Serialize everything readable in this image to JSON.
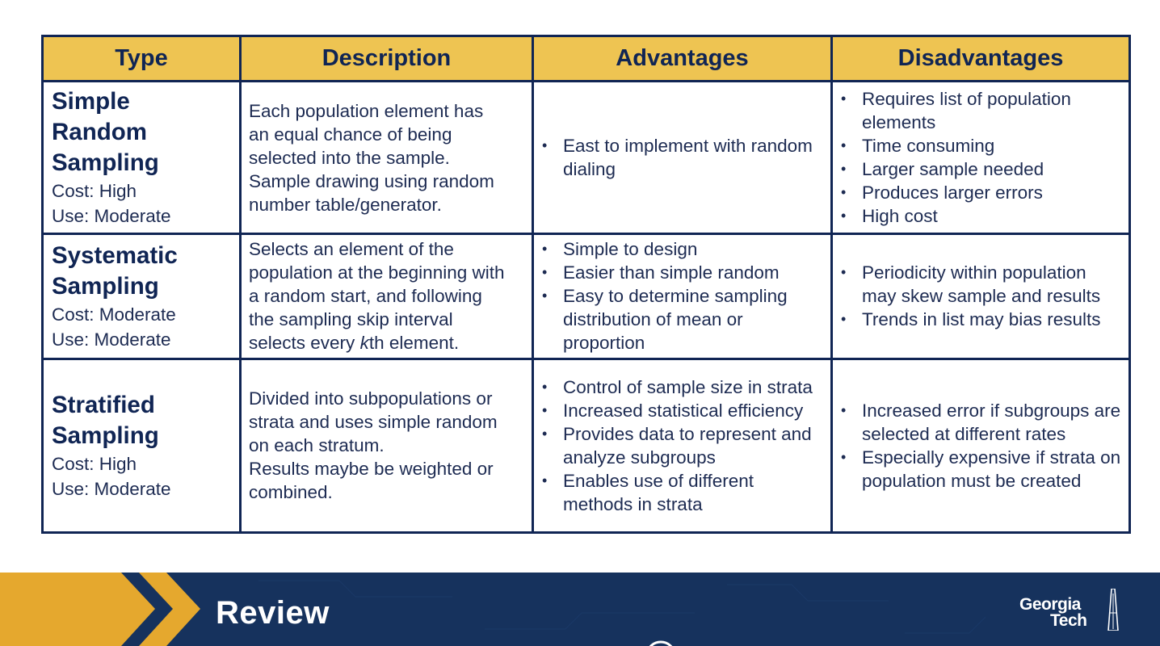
{
  "table": {
    "headers": [
      "Type",
      "Description",
      "Advantages",
      "Disadvantages"
    ],
    "rows": [
      {
        "type_name": [
          "Simple",
          "Random",
          "Sampling"
        ],
        "cost": "Cost: High",
        "use": "Use: Moderate",
        "description": [
          "Each population element has",
          "an equal chance of being",
          "selected into the sample.",
          "Sample drawing using random",
          "number table/generator."
        ],
        "advantages": [
          "East to implement with random dialing"
        ],
        "disadvantages": [
          "Requires list of population elements",
          "Time consuming",
          "Larger sample needed",
          "Produces larger errors",
          "High cost"
        ]
      },
      {
        "type_name": [
          "Systematic",
          "Sampling"
        ],
        "cost": "Cost: Moderate",
        "use": "Use: Moderate",
        "description": [
          "Selects an element of the",
          "population at the beginning with",
          "a random start, and following",
          "the sampling skip interval",
          "selects every "
        ],
        "description_italic": "k",
        "description_tail": "th element.",
        "advantages": [
          "Simple to design",
          "Easier than simple random",
          "Easy to determine sampling distribution of mean or proportion"
        ],
        "disadvantages": [
          "Periodicity within population may skew sample and results",
          "Trends in list may bias results"
        ]
      },
      {
        "type_name": [
          "Stratified",
          "Sampling"
        ],
        "cost": "Cost: High",
        "use": "Use: Moderate",
        "description": [
          "Divided into subpopulations or",
          "strata and uses simple random",
          "on each stratum.",
          "Results maybe be weighted or",
          "combined."
        ],
        "advantages": [
          "Control of sample size in strata",
          "Increased statistical efficiency",
          "Provides data to represent and analyze subgroups",
          "Enables use of different methods in strata"
        ],
        "disadvantages": [
          "Increased error if subgroups are selected at different rates",
          "Especially expensive if strata on population must be created"
        ]
      }
    ]
  },
  "footer": {
    "title": "Review",
    "logo_line1": "Georgia",
    "logo_line2": "Tech"
  },
  "colors": {
    "header_bg": "#eec452",
    "border": "#102554",
    "footer_bg": "#16325d",
    "accent_gold": "#e5a82e"
  }
}
